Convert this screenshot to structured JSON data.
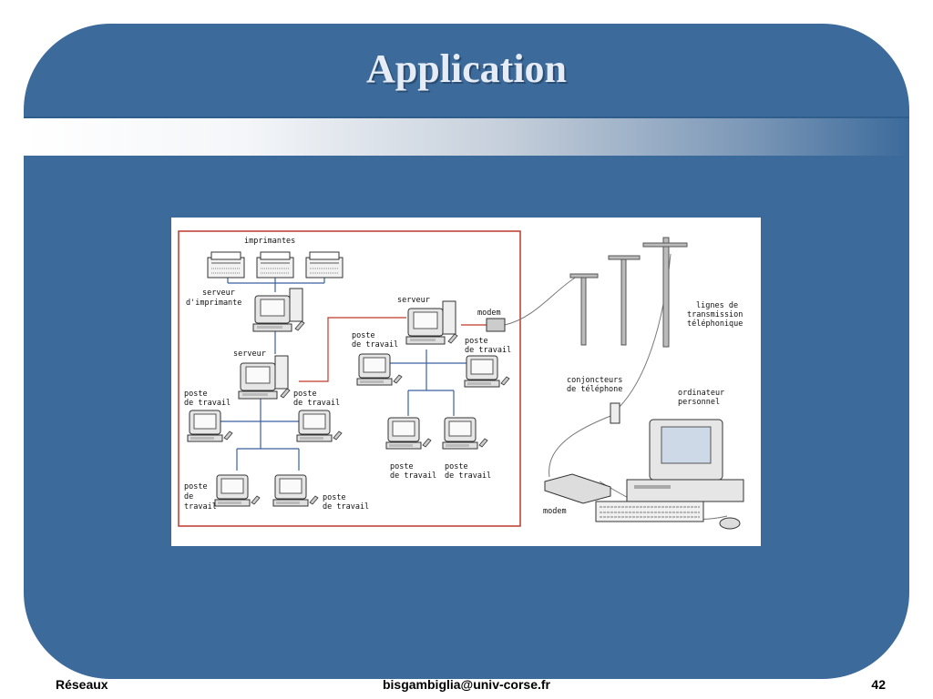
{
  "slide": {
    "title": "Application"
  },
  "diagram": {
    "labels": {
      "printers": "imprimantes",
      "print_server_1": "serveur",
      "print_server_2": "d'imprimante",
      "server_left": "serveur",
      "server_right": "serveur",
      "modem_top": "modem",
      "phone_lines_1": "lignes de",
      "phone_lines_2": "transmission",
      "phone_lines_3": "téléphonique",
      "jacks_1": "conjoncteurs",
      "jacks_2": "de téléphone",
      "pc_1": "ordinateur",
      "pc_2": "personnel",
      "modem_bottom": "modem",
      "ws_a_1": "poste",
      "ws_a_2": "de travail",
      "ws_b_1": "poste",
      "ws_b_2": "de travail",
      "ws_c_1": "poste",
      "ws_c_2": "de",
      "ws_c_3": "travail",
      "ws_d_1": "poste",
      "ws_d_2": "de travail",
      "ws_e_1": "poste",
      "ws_e_2": "de travail",
      "ws_f_1": "poste",
      "ws_f_2": "de travail",
      "ws_g_1": "poste",
      "ws_g_2": "de travail",
      "ws_h_1": "poste",
      "ws_h_2": "de travail"
    }
  },
  "footer": {
    "left": "Réseaux",
    "center": "bisgambiglia@univ-corse.fr",
    "right": "42"
  },
  "colors": {
    "slide_blue": "#3b6a9b",
    "network_line": "#3a5fa0",
    "boundary_red": "#c0392b"
  }
}
